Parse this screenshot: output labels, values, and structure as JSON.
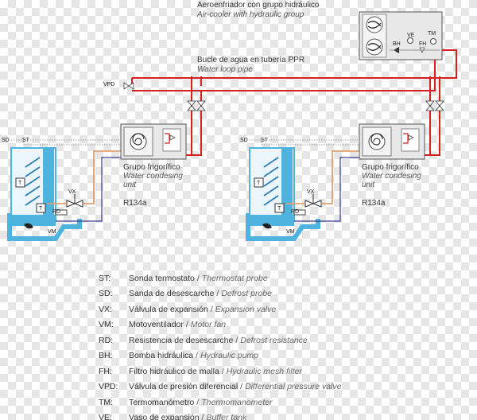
{
  "labels": {
    "air_cooler_es": "Aeroenfriador con grupo hidráulico",
    "air_cooler_en": "Air-cooler with hydraulic group",
    "water_loop_es": "Bucle de agua en tubería PPR",
    "water_loop_en": "Water loop pipe",
    "vpd": "VPD",
    "unit_es": "Grupo frigorífico",
    "unit_en_1": "Water condesing",
    "unit_en_2": "unit",
    "refrigerant": "R134a",
    "sd": "SD",
    "st": "ST",
    "vx": "VX",
    "rd": "RD",
    "vm": "VM",
    "t": "T",
    "bh": "BH",
    "ve": "VE",
    "fh": "FH",
    "tm": "TM"
  },
  "colors": {
    "hot_pipe": "#d42020",
    "cold_pipe": "#3a3a8c",
    "refrigerant_pipe": "#e0a070",
    "cabinet": "#4fb3e0",
    "unit_fill": "#e8e8e8"
  },
  "legend": [
    {
      "code": "ST:",
      "es": "Sonda termostato",
      "en": "Thermostat probe"
    },
    {
      "code": "SD:",
      "es": "Sanda de desescarche",
      "en": "Defrost probe"
    },
    {
      "code": "VX:",
      "es": "Válvula de expansión",
      "en": "Expansion valve"
    },
    {
      "code": "VM:",
      "es": "Motoventilador",
      "en": "Motor fan"
    },
    {
      "code": "RD:",
      "es": "Resistencia de desescarche",
      "en": "Defrost resistance"
    },
    {
      "code": "BH:",
      "es": "Bomba hidráulica",
      "en": "Hydraulic pump"
    },
    {
      "code": "FH:",
      "es": "Filtro hidráulico de malla",
      "en": "Hydraulic mesh filter"
    },
    {
      "code": "VPD:",
      "es": "Válvula de presión diferencial",
      "en": "Differential pressure valve"
    },
    {
      "code": "TM:",
      "es": "Termomanómetro",
      "en": "Thermomanometer"
    },
    {
      "code": "VE:",
      "es": "Vaso de expansión",
      "en": "Buffer tank"
    }
  ]
}
